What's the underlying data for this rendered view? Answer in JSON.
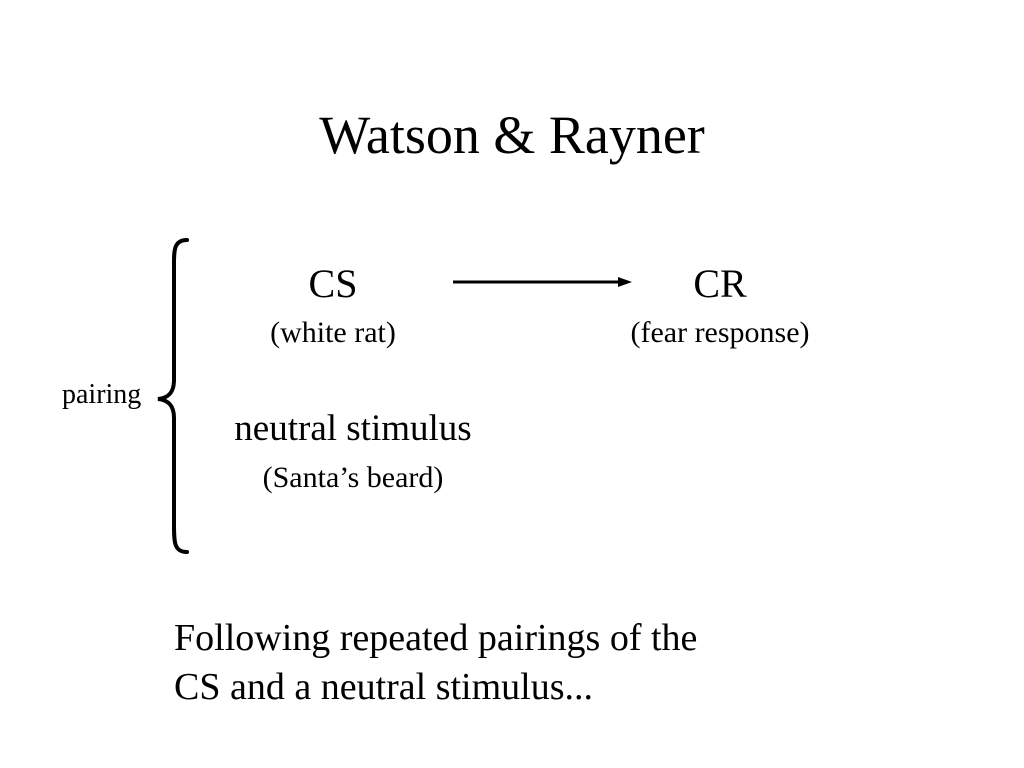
{
  "title": "Watson & Rayner",
  "diagram": {
    "cs": {
      "label": "CS",
      "sublabel": "(white rat)"
    },
    "cr": {
      "label": "CR",
      "sublabel": "(fear response)"
    },
    "neutral": {
      "label": "neutral stimulus",
      "sublabel": "(Santa’s beard)"
    },
    "pairing_label": "pairing"
  },
  "caption": {
    "lines": [
      "Following repeated pairings of the",
      "CS and a neutral stimulus..."
    ]
  }
}
